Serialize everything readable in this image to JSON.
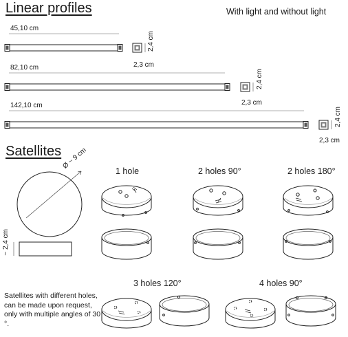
{
  "headings": {
    "linear_profiles": "Linear profiles",
    "with_without_light": "With light and without light",
    "satellites": "Satellites"
  },
  "profiles": [
    {
      "length": "45,10 cm",
      "width": "2,3 cm",
      "height": "2,4 cm"
    },
    {
      "length": "82,10 cm",
      "width": "2,3 cm",
      "height": "2,4 cm"
    },
    {
      "length": "142,10 cm",
      "width": "2,3 cm",
      "height": "2,4 cm"
    }
  ],
  "satellite_dims": {
    "diameter": "Ø ~ 9 cm",
    "height": "~ 2,4 cm"
  },
  "variants": {
    "one_hole": "1 hole",
    "two_holes_90": "2 holes 90°",
    "two_holes_180": "2 holes 180°",
    "three_holes_120": "3 holes 120°",
    "four_holes_90": "4 holes 90°"
  },
  "note": "Satellites with different holes, can be made upon request, only with multiple angles of 30 °."
}
